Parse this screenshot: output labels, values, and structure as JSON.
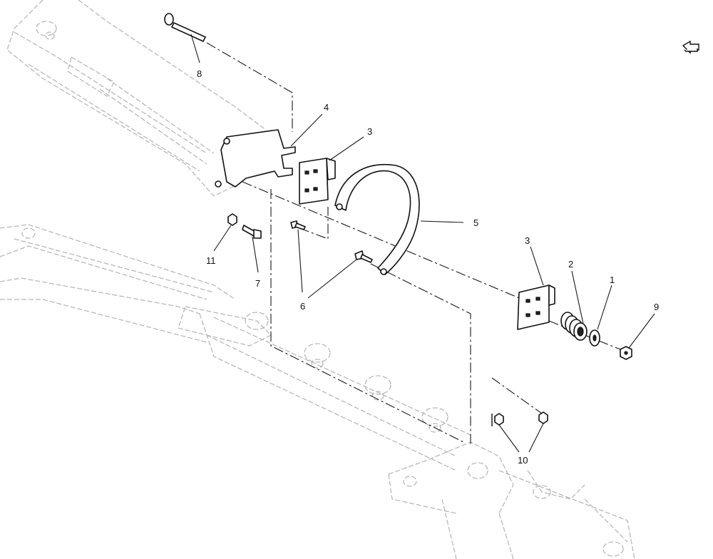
{
  "diagram": {
    "callouts": {
      "c8": "8",
      "c4": "4",
      "c3a": "3",
      "c5": "5",
      "c3b": "3",
      "c2": "2",
      "c1": "1",
      "c9": "9",
      "c11": "11",
      "c7": "7",
      "c6": "6",
      "c10": "10"
    }
  },
  "nav_icon": "next-page-arrow-icon"
}
